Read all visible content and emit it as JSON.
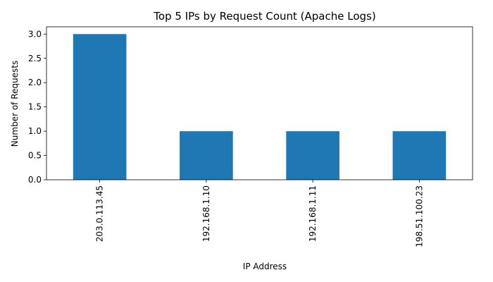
{
  "chart_data": {
    "type": "bar",
    "title": "Top 5 IPs by Request Count (Apache Logs)",
    "xlabel": "IP Address",
    "ylabel": "Number of Requests",
    "categories": [
      "203.0.113.45",
      "192.168.1.10",
      "192.168.1.11",
      "198.51.100.23"
    ],
    "values": [
      3,
      1,
      1,
      1
    ],
    "ylim": [
      0,
      3.15
    ],
    "yticks": [
      "0.0",
      "0.5",
      "1.0",
      "1.5",
      "2.0",
      "2.5",
      "3.0"
    ],
    "ytick_values": [
      0,
      0.5,
      1.0,
      1.5,
      2.0,
      2.5,
      3.0
    ],
    "grid": false,
    "bar_color": "#1f77b4"
  }
}
